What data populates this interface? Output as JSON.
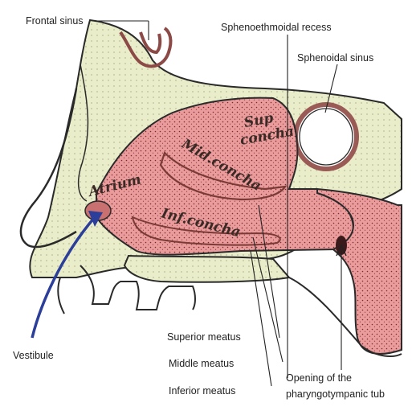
{
  "labels": {
    "frontal_sinus": "Frontal sinus",
    "sphenoethmoidal_recess": "Sphenoethmoidal recess",
    "sphenoidal_sinus": "Sphenoidal sinus",
    "vestibule": "Vestibule",
    "superior_meatus": "Superior meatus",
    "middle_meatus": "Middle meatus",
    "inferior_meatus": "Inferior meatus",
    "opening_line1": "Opening of the",
    "opening_line2": "pharyngotympanic tub"
  },
  "handwritten": {
    "sup_line1": "Sup",
    "sup_line2": "concha",
    "mid": "Mid.concha",
    "inf": "Inf.concha",
    "atrium": "Atrium"
  },
  "colors": {
    "mucosa": "#e99a9a",
    "bone": "#e9ecc8",
    "outline": "#2a2a2a",
    "arrow": "#2b3e9a"
  }
}
